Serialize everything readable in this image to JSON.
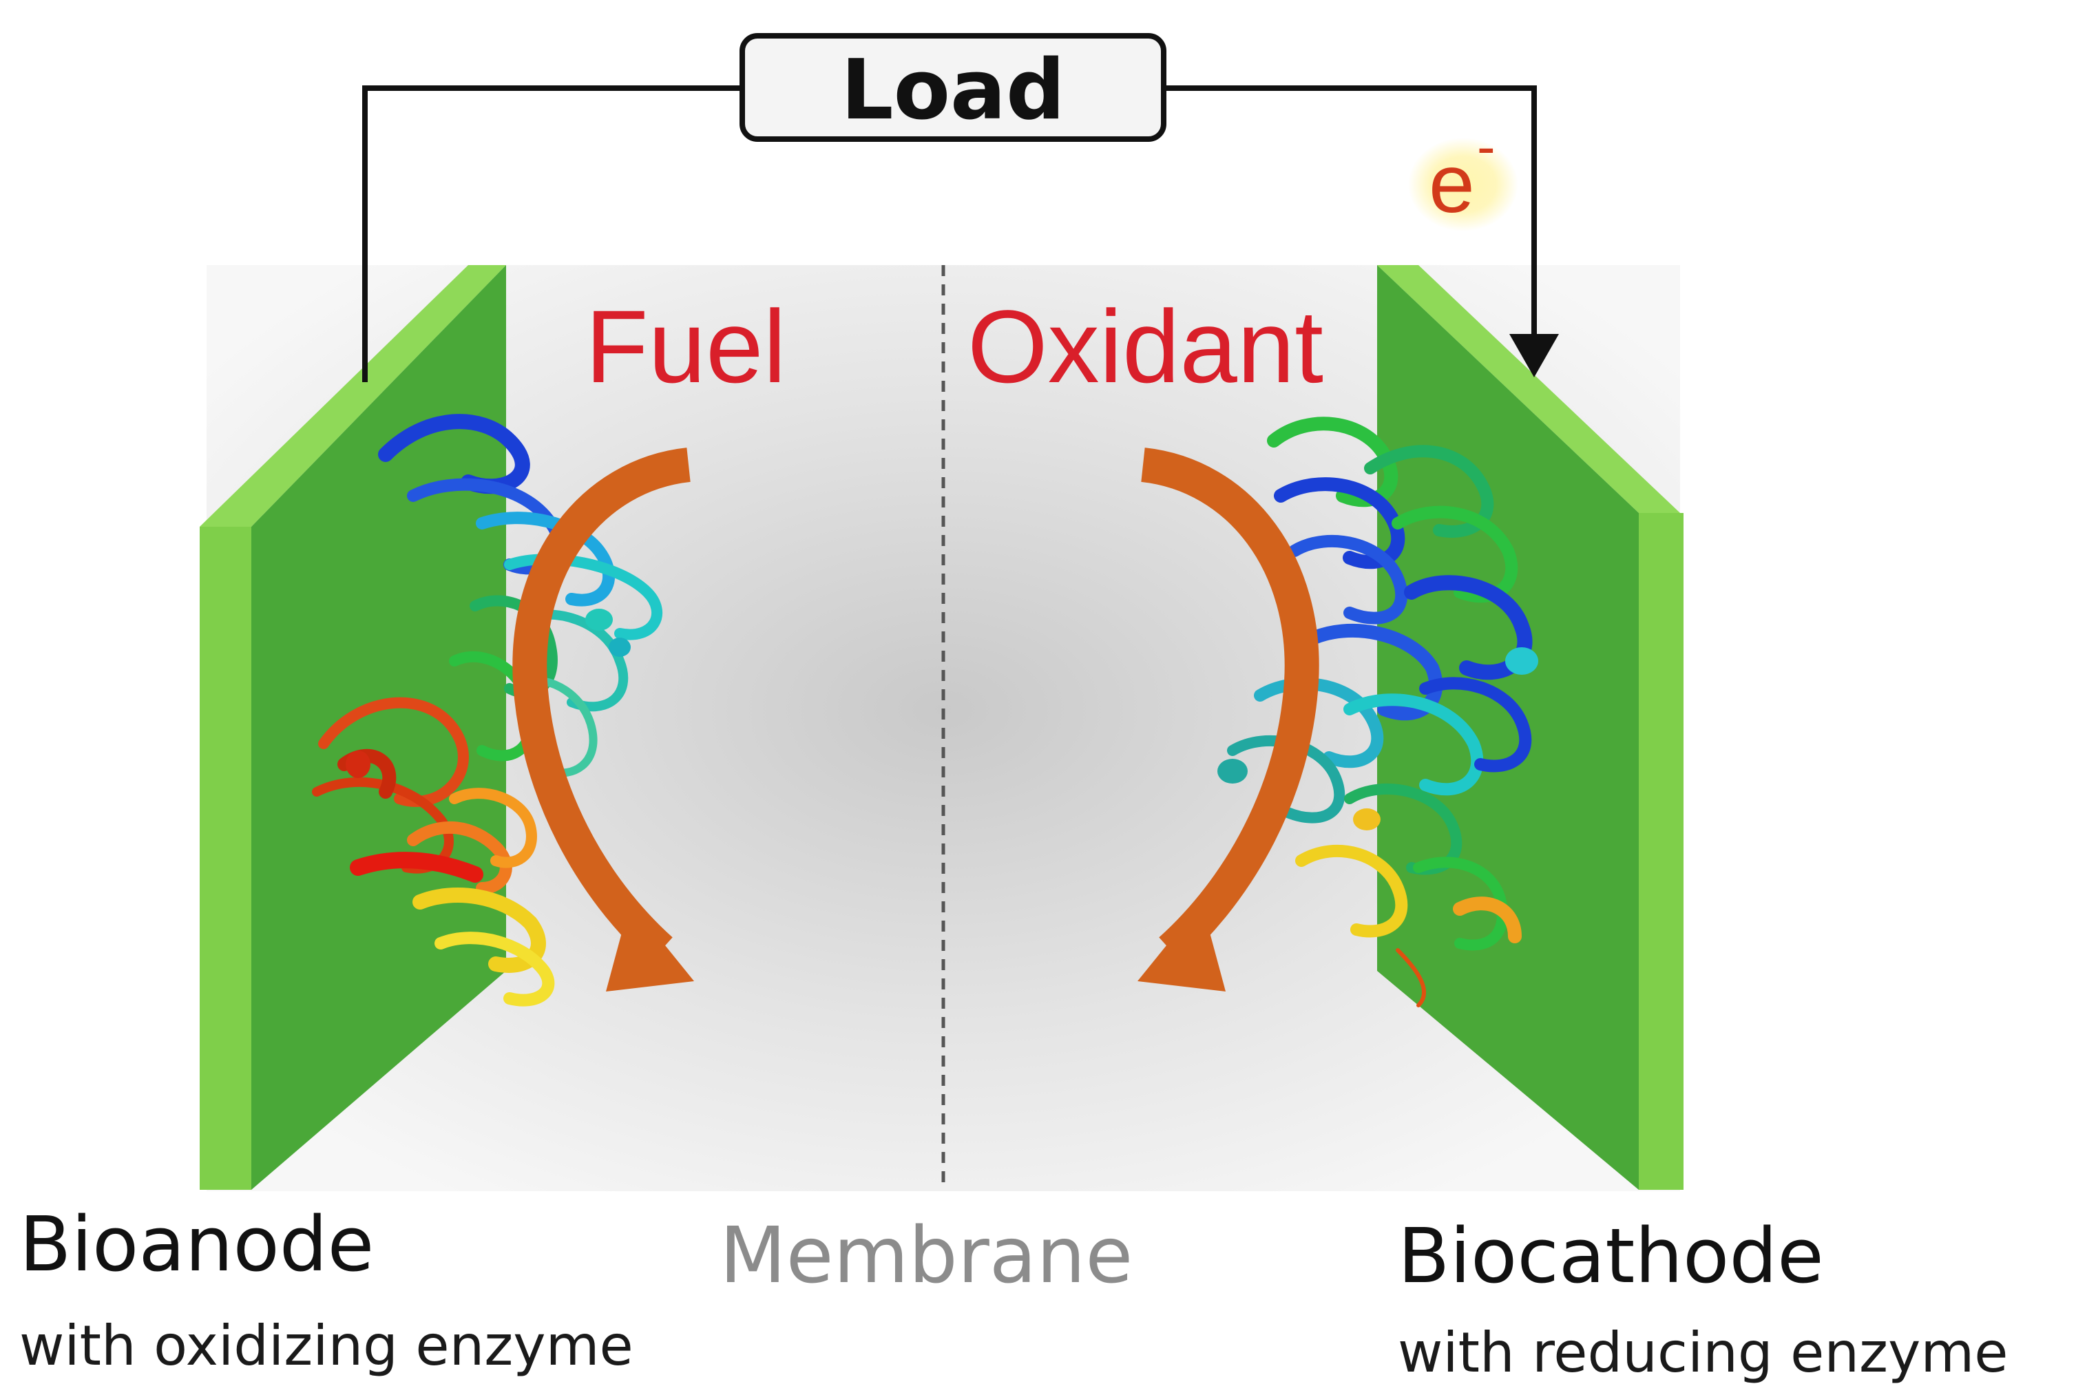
{
  "load": {
    "label": "Load"
  },
  "electron": {
    "label": "e",
    "superscript": "-"
  },
  "reagents": {
    "fuel": "Fuel",
    "oxidant": "Oxidant"
  },
  "anode": {
    "title": "Bioanode",
    "subtitle": "with oxidizing enzyme"
  },
  "cathode": {
    "title": "Biocathode",
    "subtitle": "with reducing enzyme"
  },
  "membrane": {
    "label": "Membrane"
  },
  "colors": {
    "electrode_face": "#4aa838",
    "electrode_edge": "#7fcf4a",
    "reagent_text": "#d91f2a",
    "arrow": "#d2621c",
    "membrane_text": "#8c8c8c",
    "wire": "#111111",
    "electron_text": "#d23a1a",
    "electron_glow": "#fff0a0"
  },
  "icons": {
    "anode_enzyme": "protein-structure-icon",
    "cathode_enzyme": "protein-structure-icon"
  }
}
